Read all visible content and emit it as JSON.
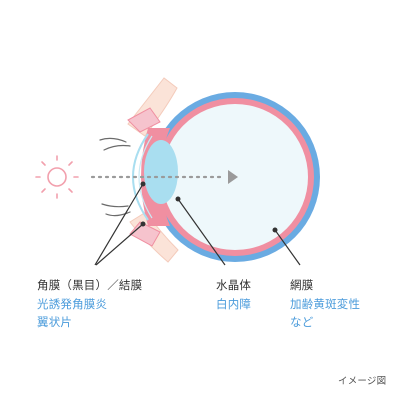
{
  "labels": {
    "cornea_title": "角膜（黒目）／結膜",
    "cornea_disease_1": "光誘発角膜炎",
    "cornea_disease_2": "翼状片",
    "lens_title": "水晶体",
    "lens_disease": "白内障",
    "retina_title": "網膜",
    "retina_disease_1": "加齢黄斑変性",
    "retina_disease_2": "など"
  },
  "caption": "イメージ図",
  "icons": {
    "sun": "sun-icon",
    "arrow": "light-path-arrow-icon"
  },
  "colors": {
    "retina_outer": "#6aabe2",
    "retina_pink": "#f08fa1",
    "eye_inner": "#eef8fb",
    "lens": "#a9def0",
    "sun": "#f2a0ad",
    "eyelid": "#fbe3d8",
    "lead_line": "#333333",
    "disease_text": "#4a9bdb",
    "dotted_arrow": "#9a9a9a"
  }
}
